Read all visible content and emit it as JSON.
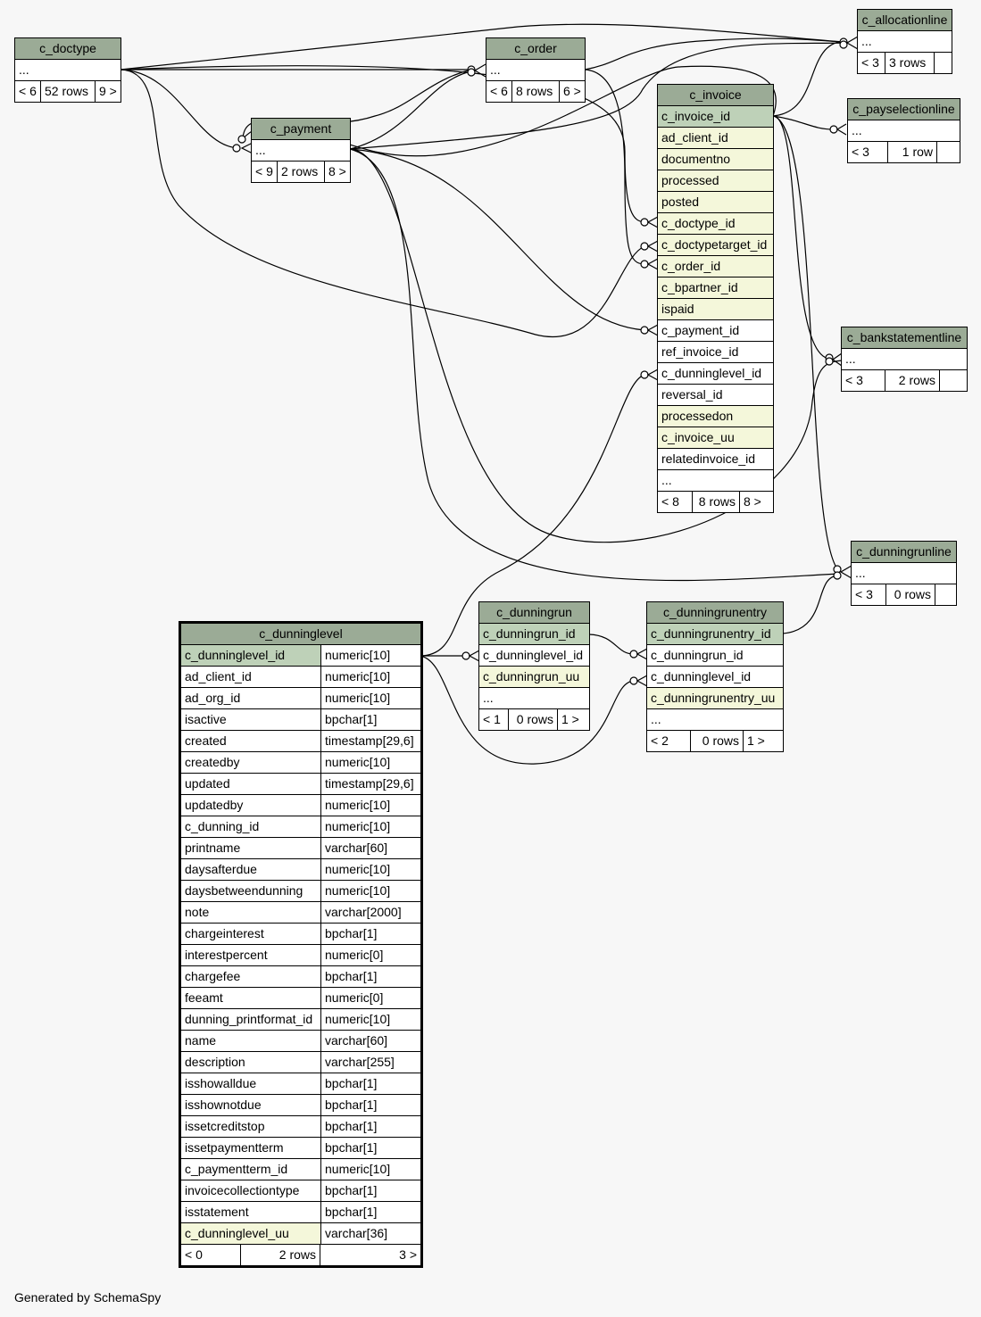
{
  "tables": {
    "c_doctype": {
      "name": "c_doctype",
      "rows": [
        "..."
      ],
      "foot": [
        "< 6",
        "52 rows",
        "9 >"
      ]
    },
    "c_order": {
      "name": "c_order",
      "rows": [
        "..."
      ],
      "foot": [
        "< 6",
        "8 rows",
        "6 >"
      ]
    },
    "c_payment": {
      "name": "c_payment",
      "rows": [
        "..."
      ],
      "foot": [
        "< 9",
        "2 rows",
        "8 >"
      ]
    },
    "c_allocationline": {
      "name": "c_allocationline",
      "rows": [
        "..."
      ],
      "foot": [
        "< 3",
        "3 rows",
        ""
      ]
    },
    "c_payselectionline": {
      "name": "c_payselectionline",
      "rows": [
        "..."
      ],
      "foot": [
        "< 3",
        "1 row",
        ""
      ]
    },
    "c_bankstatementline": {
      "name": "c_bankstatementline",
      "rows": [
        "..."
      ],
      "foot": [
        "< 3",
        "2 rows",
        ""
      ]
    },
    "c_dunningrunline": {
      "name": "c_dunningrunline",
      "rows": [
        "..."
      ],
      "foot": [
        "< 3",
        "0 rows",
        ""
      ]
    },
    "c_invoice": {
      "name": "c_invoice",
      "rows": [
        "c_invoice_id",
        "ad_client_id",
        "documentno",
        "processed",
        "posted",
        "c_doctype_id",
        "c_doctypetarget_id",
        "c_order_id",
        "c_bpartner_id",
        "ispaid",
        "c_payment_id",
        "ref_invoice_id",
        "c_dunninglevel_id",
        "reversal_id",
        "processedon",
        "c_invoice_uu",
        "relatedinvoice_id",
        "..."
      ],
      "foot": [
        "< 8",
        "8 rows",
        "8 >"
      ]
    },
    "c_dunningrun": {
      "name": "c_dunningrun",
      "rows": [
        "c_dunningrun_id",
        "c_dunninglevel_id",
        "c_dunningrun_uu",
        "..."
      ],
      "foot": [
        "< 1",
        "0 rows",
        "1 >"
      ]
    },
    "c_dunningrunentry": {
      "name": "c_dunningrunentry",
      "rows": [
        "c_dunningrunentry_id",
        "c_dunningrun_id",
        "c_dunninglevel_id",
        "c_dunningrunentry_uu",
        "..."
      ],
      "foot": [
        "< 2",
        "0 rows",
        "1 >"
      ]
    },
    "c_dunninglevel": {
      "name": "c_dunninglevel",
      "columns": [
        [
          "c_dunninglevel_id",
          "numeric[10]"
        ],
        [
          "ad_client_id",
          "numeric[10]"
        ],
        [
          "ad_org_id",
          "numeric[10]"
        ],
        [
          "isactive",
          "bpchar[1]"
        ],
        [
          "created",
          "timestamp[29,6]"
        ],
        [
          "createdby",
          "numeric[10]"
        ],
        [
          "updated",
          "timestamp[29,6]"
        ],
        [
          "updatedby",
          "numeric[10]"
        ],
        [
          "c_dunning_id",
          "numeric[10]"
        ],
        [
          "printname",
          "varchar[60]"
        ],
        [
          "daysafterdue",
          "numeric[10]"
        ],
        [
          "daysbetweendunning",
          "numeric[10]"
        ],
        [
          "note",
          "varchar[2000]"
        ],
        [
          "chargeinterest",
          "bpchar[1]"
        ],
        [
          "interestpercent",
          "numeric[0]"
        ],
        [
          "chargefee",
          "bpchar[1]"
        ],
        [
          "feeamt",
          "numeric[0]"
        ],
        [
          "dunning_printformat_id",
          "numeric[10]"
        ],
        [
          "name",
          "varchar[60]"
        ],
        [
          "description",
          "varchar[255]"
        ],
        [
          "isshowalldue",
          "bpchar[1]"
        ],
        [
          "isshownotdue",
          "bpchar[1]"
        ],
        [
          "issetcreditstop",
          "bpchar[1]"
        ],
        [
          "issetpaymentterm",
          "bpchar[1]"
        ],
        [
          "c_paymentterm_id",
          "numeric[10]"
        ],
        [
          "invoicecollectiontype",
          "bpchar[1]"
        ],
        [
          "isstatement",
          "bpchar[1]"
        ],
        [
          "c_dunninglevel_uu",
          "varchar[36]"
        ]
      ],
      "foot": [
        "< 0",
        "2 rows",
        "3 >"
      ]
    }
  },
  "footer": "Generated by SchemaSpy",
  "colors": {
    "header": "#9bab96",
    "primary_key": "#bed1b8",
    "indexed": "#f4f7da",
    "background": "#f7f7f7"
  }
}
